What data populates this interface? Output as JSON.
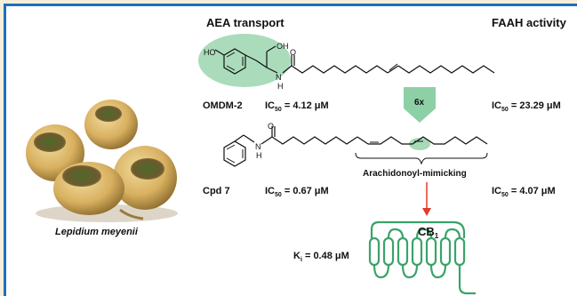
{
  "headers": {
    "left": "AEA transport",
    "right": "FAAH activity"
  },
  "plant": {
    "name": "Lepidium meyenii",
    "name_color": "#d9731c"
  },
  "compound1": {
    "label": "OMDM-2",
    "left_ic": "IC",
    "left_sub": "50",
    "left_val": " = 4.12 μM",
    "right_ic": "IC",
    "right_sub": "50",
    "right_val": " = 23.29 μM",
    "atom_ho": "HO",
    "atom_oh": "OH",
    "atom_o": "O",
    "atom_nh_n": "N",
    "atom_nh_h": "H"
  },
  "fold": {
    "label": "6x",
    "color": "#8ed0a6"
  },
  "compound2": {
    "label": "Cpd 7",
    "left_ic": "IC",
    "left_sub": "50",
    "left_val": " = 0.67  μM",
    "right_ic": "IC",
    "right_sub": "50",
    "right_val": " = 4.07  μM",
    "atom_o": "O",
    "atom_nh_n": "N",
    "atom_nh_h": "H",
    "bracket_label": "Arachidonoyl-mimicking"
  },
  "receptor": {
    "name": "CB",
    "name_sub": "1",
    "ki_k": "K",
    "ki_sub": "i",
    "ki_val": " = 0.48  μM",
    "color": "#3aa36a"
  },
  "colors": {
    "highlight": "#8ed0a6",
    "arrow": "#e03a2a",
    "frame": "#1f6fbf"
  }
}
